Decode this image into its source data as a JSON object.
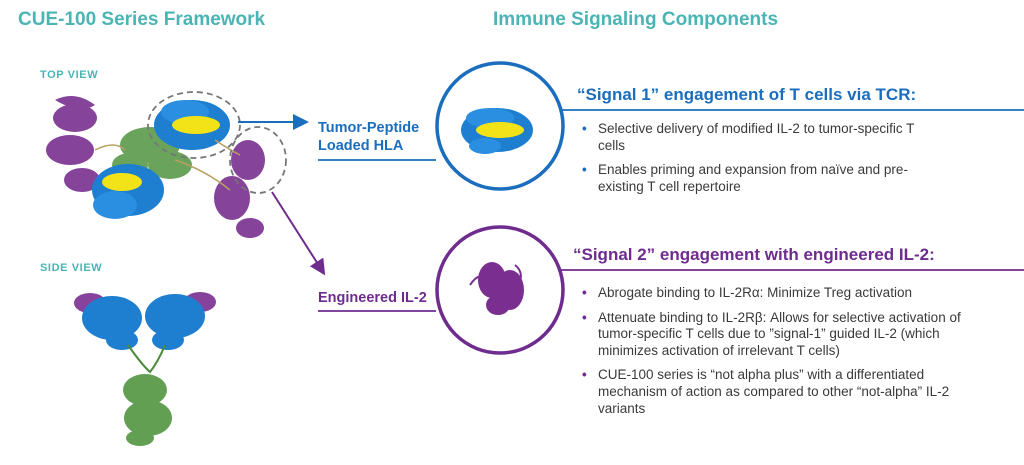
{
  "colors": {
    "teal": "#4bb4b4",
    "blue": "#1a6ebd",
    "purple": "#6e2c8f",
    "hla_blue": "#1e7fd0",
    "yellow": "#f2e318",
    "green": "#5a9a4a",
    "violet": "#7a2f90",
    "text": "#3a3a3a"
  },
  "left": {
    "heading": "CUE-100 Series Framework",
    "top_view_label": "TOP VIEW",
    "side_view_label": "SIDE VIEW"
  },
  "right": {
    "heading": "Immune Signaling Components"
  },
  "hla": {
    "label_line1": "Tumor-Peptide",
    "label_line2": "Loaded HLA",
    "signal_title": "“Signal 1” engagement of T cells via TCR:",
    "bullets": [
      "Selective delivery of modified IL-2 to tumor-specific T cells",
      "Enables priming and expansion from naïve and pre-existing T cell repertoire"
    ]
  },
  "il2": {
    "label": "Engineered IL-2",
    "signal_title": "“Signal 2” engagement with engineered IL-2:",
    "bullets": [
      "Abrogate binding to IL-2Rα: Minimize Treg activation",
      "Attenuate binding to IL-2Rβ: Allows for selective activation of tumor-specific T cells due to ”signal-1” guided IL-2 (which minimizes activation of irrelevant T cells)",
      "CUE-100 series is “not alpha plus” with a differentiated mechanism of action as compared to other “not-alpha” IL-2 variants"
    ]
  },
  "icons": [
    "protein-top-view-icon",
    "protein-side-view-icon",
    "hla-protein-icon",
    "il2-protein-icon",
    "arrow-right-icon",
    "arrow-down-icon"
  ]
}
